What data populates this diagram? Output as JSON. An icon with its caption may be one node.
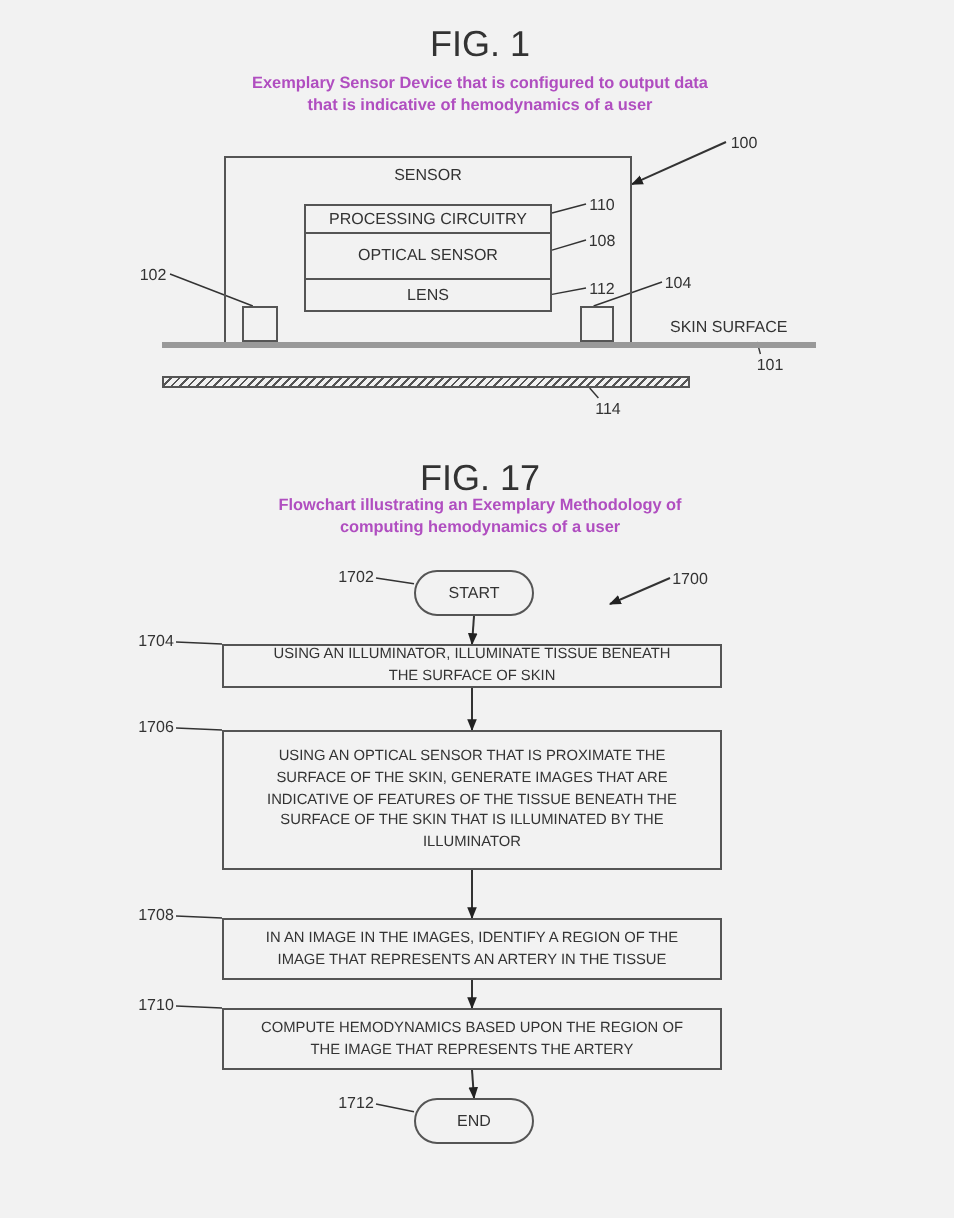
{
  "diagram": {
    "nodes": [
      {
        "text": [
          "SENSOR"
        ]
      },
      {
        "text": [
          "PROCESSING CIRCUITRY"
        ],
        "in": 0
      },
      {
        "text": [
          "OPTICAL SENSOR"
        ],
        "in": 0
      },
      {
        "text": [
          "LENS"
        ],
        "in": 0
      },
      {
        "text": [],
        "shape": "box",
        "in": 0
      },
      {
        "text": [],
        "shape": "box",
        "in": 0
      },
      {
        "text": [],
        "shape": "bar"
      },
      {
        "text": [
          "100"
        ]
      },
      {
        "text": [
          "110"
        ],
        "in": 0
      },
      {
        "text": [
          "108"
        ],
        "in": 0
      },
      {
        "text": [
          "112"
        ],
        "in": 0
      },
      {
        "text": [
          "102"
        ]
      },
      {
        "text": [
          "104"
        ]
      },
      {
        "text": [
          "101"
        ]
      },
      {
        "text": [
          "114"
        ]
      },
      {
        "text": [
          "START"
        ]
      },
      {
        "text": [
          "USING AN ILLUMINATOR, ILLUMINATE TISSUE BENEATH THE SURFACE OF SKIN"
        ]
      },
      {
        "text": [
          "USING AN OPTICAL SENSOR THAT IS PROXIMATE THE SURFACE OF THE SKIN, GENERATE IMAGES THAT ARE INDICATIVE OF FEATURES OF THE TISSUE BENEATH THE SURFACE OF THE SKIN THAT IS ILLUMINATED BY THE ILLUMINATOR"
        ]
      },
      {
        "text": [
          "IN AN IMAGE IN THE IMAGES, IDENTIFY A REGION OF THE IMAGE THAT REPRESENTS AN ARTERY IN THE TISSUE"
        ]
      },
      {
        "text": [
          "COMPUTE HEMODYNAMICS BASED UPON THE REGION OF THE IMAGE THAT REPRESENTS THE ARTERY"
        ]
      },
      {
        "text": [
          "END"
        ]
      },
      {
        "text": [
          "1700"
        ]
      },
      {
        "text": [
          "1702"
        ]
      },
      {
        "text": [
          "1704"
        ]
      },
      {
        "text": [
          "1706"
        ]
      },
      {
        "text": [
          "1708"
        ]
      },
      {
        "text": [
          "1710"
        ]
      },
      {
        "text": [
          "1712"
        ]
      },
      {
        "text": [],
        "shape": "line"
      }
    ],
    "edges": [
      {
        "from": 7,
        "to": 0,
        "arrow": "to"
      },
      {
        "from": 8,
        "to": 1,
        "arrow": "none"
      },
      {
        "from": 9,
        "to": 2,
        "arrow": "none"
      },
      {
        "from": 10,
        "to": 3,
        "arrow": "none"
      },
      {
        "from": 11,
        "to": 4,
        "arrow": "none"
      },
      {
        "from": 12,
        "to": 5,
        "arrow": "none"
      },
      {
        "from": 13,
        "to": 28,
        "arrow": "none"
      },
      {
        "from": 14,
        "to": 6,
        "arrow": "none"
      },
      {
        "from": 15,
        "to": 16,
        "arrow": "to"
      },
      {
        "from": 16,
        "to": 17,
        "arrow": "to"
      },
      {
        "from": 17,
        "to": 18,
        "arrow": "to"
      },
      {
        "from": 18,
        "to": 19,
        "arrow": "to"
      },
      {
        "from": 19,
        "to": 20,
        "arrow": "to"
      },
      {
        "from": 21,
        "to": null,
        "arrow": "to"
      },
      {
        "from": 22,
        "to": 15,
        "arrow": "none"
      },
      {
        "from": 23,
        "to": 16,
        "arrow": "none"
      },
      {
        "from": 24,
        "to": 17,
        "arrow": "none"
      },
      {
        "from": 25,
        "to": 18,
        "arrow": "none"
      },
      {
        "from": 26,
        "to": 19,
        "arrow": "none"
      },
      {
        "from": 27,
        "to": 20,
        "arrow": "none"
      }
    ],
    "labels": [
      "FIG. 1",
      "Exemplary Sensor Device that is configured to output data that is indicative of hemodynamics of a user",
      "SKIN SURFACE",
      "FIG. 17",
      "Flowchart illustrating an Exemplary Methodology of computing hemodynamics of a user"
    ]
  }
}
